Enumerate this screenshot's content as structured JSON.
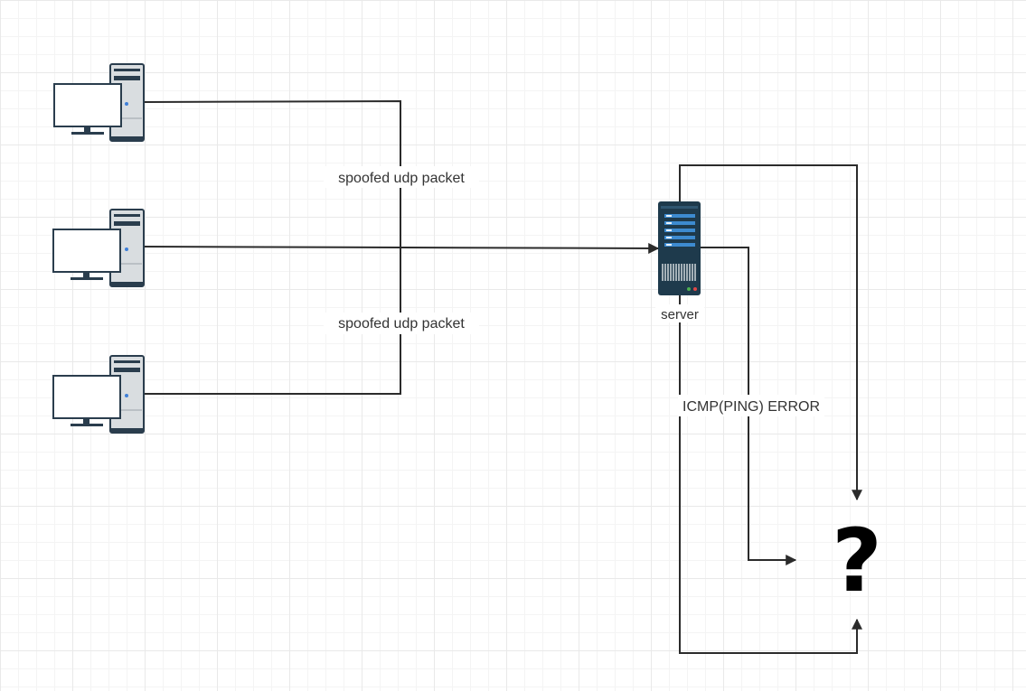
{
  "diagram": {
    "nodes": {
      "pc_top": {
        "kind": "desktop-computer"
      },
      "pc_middle": {
        "kind": "desktop-computer"
      },
      "pc_bottom": {
        "kind": "desktop-computer"
      },
      "server": {
        "kind": "server-rack",
        "label": "server"
      },
      "unknown": {
        "kind": "question-mark",
        "glyph": "?"
      }
    },
    "edges": {
      "top_label": "spoofed udp packet",
      "bottom_label": "spoofed udp packet",
      "icmp_label": "ICMP(PING) ERROR"
    }
  },
  "colors": {
    "edge": "#2b2b2b",
    "server_body": "#1e3a4c",
    "server_stripe": "#3d8bd0",
    "tower_gray": "#d9dde0",
    "tower_dark": "#2a3d4d",
    "power_led": "#3f7fd8"
  }
}
